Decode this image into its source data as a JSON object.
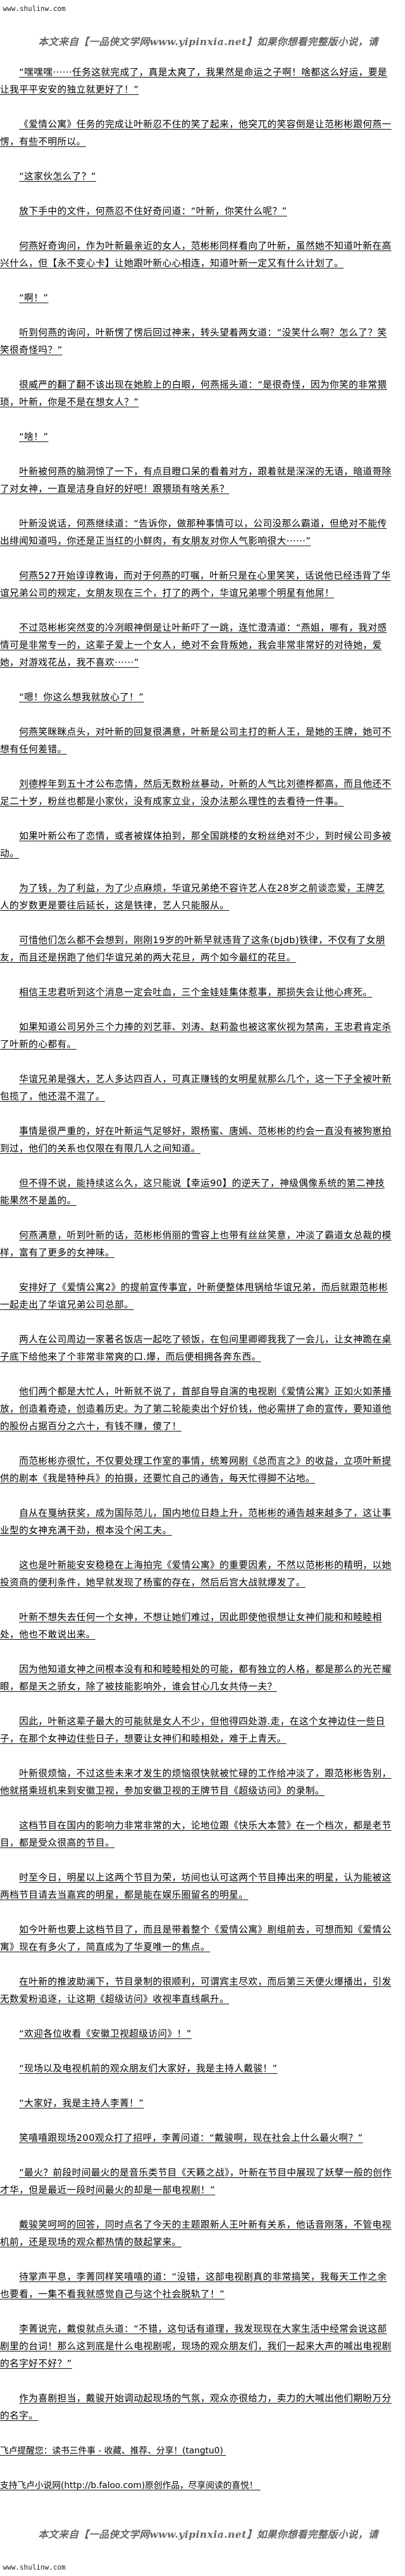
{
  "header": {
    "site_url": "www.shulinw.com",
    "banner": "本文来自【一品侠文学网www.yipinxia.net】如果你想看完整版小说，请"
  },
  "paragraphs": [
    "“嘿嘿嘿······任务这就完成了，真是太爽了，我果然是命运之子啊！啥都这么好运，要是让我平平安安的独立就更好了！”",
    "《爱情公寓》任务的完成让叶新忍不住的笑了起来，他突兀的笑容倒是让范彬彬跟何燕一愣，有些不明所以。",
    "“这家伙怎么了？”",
    "放下手中的文件，何燕忍不住好奇问道：“叶新，你笑什么呢？”",
    "何燕好奇询问，作为叶新最亲近的女人，范彬彬同样看向了叶新，虽然她不知道叶新在高兴什么，但【永不变心卡】让她跟叶新心心相连，知道叶新一定又有什么计划了。",
    "“啊！”",
    "听到何燕的询问，叶新愣了愣后回过神来，转头望着两女道：“没笑什么啊？怎么了？笑笑很奇怪吗？”",
    "很威严的翻了翻不该出现在她脸上的白眼，何燕摇头道：“是很奇怪，因为你笑的非常猥琐，叶新，你是不是在想女人？”",
    "“啥！”",
    "叶新被何燕的脑洞惊了一下，有点目瞪口呆的看着对方，跟着就是深深的无语，暗道哥除了对女神，一直是洁身自好的好吧！跟猥琐有啥关系？",
    "叶新没说话，何燕继续道：“告诉你，做那种事情可以，公司没那么霸道，但绝对不能传出绯闻知道吗，你还是正当红的小鲜肉，有女朋友对你人气影响很大······”",
    "何燕527开始谆谆教诲，而对于何燕的叮嘱，叶新只是在心里笑笑，话说他已经违背了华谊兄弟公司的规定，女朋友现在三个，打了的两个，华谊兄弟哪个明星有他屌！",
    "不过范彬彬突然变的冷冽眼神倒是让叶新吓了一跳，连忙澄清道：“燕姐，哪有，我对感情可是非常专一的，这辈子爱上一个女人，绝对不会背叛她，我会非常非常好的对待她，爱她，对游戏花丛，我不喜欢······”",
    "“嗯！你这么想我就放心了！”",
    "何燕笑眯眯点头，对叶新的回复很满意，叶新是公司主打的新人王，是她的王牌，她可不想有任何差错。",
    "刘德桦年到五十才公布恋情，然后无数粉丝暴动，叶新的人气比刘德桦都高，而且他还不足二十岁，粉丝也都是小家伙，没有成家立业，没办法那么理性的去看待一件事。",
    "如果叶新公布了恋情，或者被媒体拍到，那全国跳楼的女粉丝绝对不少，到时候公司多被动。",
    "为了钱，为了利益，为了少点麻烦，华谊兄弟绝不容许艺人在28岁之前谈恋爱，王牌艺人的岁数更是要往后延长，这是铁律，艺人只能服从。",
    "可惜他们怎么都不会想到，刚刚19岁的叶新早就违背了这条(bjdb)铁律，不仅有了女朋友，而且还是拐跑了他们华谊兄弟的两大花旦，两个如今最红的花旦。",
    "相信王忠君听到这个消息一定会吐血，三个金娃娃集体惹事，那损失会让他心疼死。",
    "如果知道公司另外三个力捧的刘艺菲、刘涛、赵莉盈也被这家伙视为禁脔，王忠君肯定杀了叶新的心都有。",
    "华谊兄弟是强大，艺人多达四百人，可真正赚钱的女明星就那么几个，这一下子全被叶新包揽了，他还混不混了。",
    "事情是很严重的，好在叶新运气足够好，跟杨蜜、唐嫣、范彬彬的约会一直没有被狗崽拍到过，他们的关系也仅限在有限几人之间知道。",
    "但不得不说，能持续这么久，这只能说【幸运90】的逆天了，神级偶像系统的第二神技能果然不是盖的。",
    "何燕满意，听到叶新的话，范彬彬俏丽的雪容上也带有丝丝笑意，冲淡了霸道女总裁的模样，富有了更多的女神味。",
    "安排好了《爱情公寓2》的提前宣传事宜，叶新便整体甩锅给华谊兄弟，而后就跟范彬彬一起走出了华谊兄弟公司总部。",
    "两人在公司周边一家著名饭店一起吃了顿饭，在包间里卿卿我我了一会儿，让女神跪在桌子底下给他来了个非常非常爽的口.爆，而后便相拥各奔东西。",
    "他们两个都是大忙人，叶新就不说了，首部自导自演的电视剧《爱情公寓》正如火如荼播放，创造着奇迹，创造着历史。为了第二轮能卖出个好价钱，他必需拼了命的宣传，要知道他的股份占据百分之六十，有钱不赚，傻了！",
    "而范彬彬亦很忙，不仅要处理工作室的事情，统筹网剧《总而言之》的收益，立项叶新提供的剧本《我是特种兵》的拍摄，还要忙自己的通告，每天忙得脚不沾地。",
    "自从在戛纳获奖，成为国际范儿，国内地位日趋上升，范彬彬的通告越来越多了，这让事业型的女神充满干劲，根本没个闲工夫。",
    "这也是叶新能安安稳稳在上海拍完《爱情公寓》的重要因素，不然以范彬彬的精明，以她投资商的便利条件，她早就发现了杨蜜的存在，然后后宫大战就爆发了。",
    "叶新不想失去任何一个女神，不想让她们难过，因此即使他很想让女神们能和和睦睦相处，他也不敢说出来。",
    "因为他知道女神之间根本没有和和睦睦相处的可能，都有独立的人格，都是那么的光芒耀眼，都是天之骄女，除了被技能影响外，谁会甘心几女共侍一夫？",
    "因此，叶新这辈子最大的可能就是女人不少，但他得四处游.走，在这个女神边住一些日子，在那个女神边住些日子，想要让女神们和睦相处，难于上青天。",
    "叶新很烦恼，不过这些未来才发生的烦恼很快就被忙碌的工作给冲淡了，跟范彬彬告别，他就搭乘班机来到安徽卫视，参加安徽卫视的王牌节目《超级访问》的录制。",
    "这档节目在国内的影响力非常非常的大，论地位跟《快乐大本营》在一个档次，都是老节目，都是受众很高的节目。",
    "时至今日，明星以上这两个节目为荣，坊间也认可这两个节目捧出来的明星，认为能被这两档节目请去当嘉宾的明星，都是能在娱乐圈留名的明星。",
    "如今叶新也要上这档节目了，而且是带着整个《爱情公寓》剧组前去，可想而知《爱情公寓》现在有多火了，简直成为了华夏唯一的焦点。",
    "在叶新的推波助澜下，节目录制的很顺利，可谓宾主尽欢，而后第三天便火爆播出，引发无数爱粉追逐，让这期《超级访问》收视率直线飙升。",
    "“欢迎各位收看《安徽卫视超级访问》！”",
    "“现场以及电视机前的观众朋友们大家好，我是主持人戴骏！”",
    "“大家好，我是主持人李菁！”",
    "笑嘻嘻跟现场200观众打了招呼，李菁问道：“戴骏啊，现在社会上什么最火啊？”",
    "“最火？前段时间最火的是音乐类节目《天籁之战》，叶新在节目中展现了妖孽一般的创作才华，但是最近一段时间最火的却是一部电视剧！”",
    "戴骏笑呵呵的回答，同时点名了今天的主题跟新人王叶新有关系，他话音刚落，不管电视机前，还是现场的观众都热情的鼓起掌来。",
    "待掌声平息，李菁同样笑嘻嘻的道：“没错，这部电视剧真的非常搞笑，我每天工作之余也要看，一集不看我就感觉自己与这个社会脱轨了！”",
    "李菁说完，戴俊就点头道：“不错，这句话有道理，我发现现在大家生活中经常会说这部剧里的台词！那么这到底是什么电视剧呢，现场的观众朋友们，我们一起来大声的喊出电视剧的名字好不好？”",
    "作为喜剧担当，戴骏开始调动起现场的气氛，观众亦很给力，卖力的大喊出他们期盼万分的名字。"
  ],
  "footer": {
    "reminder": "飞卢提醒您：读书三件事 - 收藏、推荐、分享！(tangtu0)",
    "support": "支持飞卢小说网(http://b.faloo.com)原创作品，尽享阅读的喜悦！",
    "banner": "本文来自【一品侠文学网www.yipinxia.net】如果你想看完整版小说，请",
    "site_url": "www.shulinw.com"
  }
}
